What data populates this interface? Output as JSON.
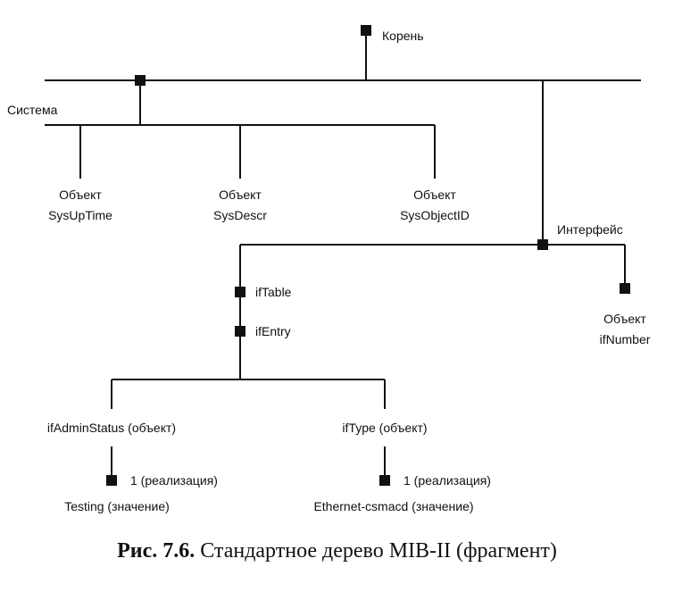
{
  "nodes": {
    "root": "Корень",
    "system": "Система",
    "sysuptime": [
      "Объект",
      "SysUpTime"
    ],
    "sysdescr": [
      "Объект",
      "SysDescr"
    ],
    "sysobjectid": [
      "Объект",
      "SysObjectID"
    ],
    "interface": "Интерфейс",
    "iftable": "ifTable",
    "ifentry": "ifEntry",
    "ifnumber": [
      "Объект",
      "ifNumber"
    ],
    "ifadminstatus": "ifAdminStatus (объект)",
    "iftype": "ifType (объект)",
    "admin_instance": "1 (реализация)",
    "type_instance": "1 (реализация)",
    "admin_value": "Testing (значение)",
    "type_value": "Ethernet-csmacd (значение)"
  },
  "caption": {
    "number": "Рис. 7.6.",
    "text": "Стандартное дерево MIB-II (фрагмент)"
  }
}
